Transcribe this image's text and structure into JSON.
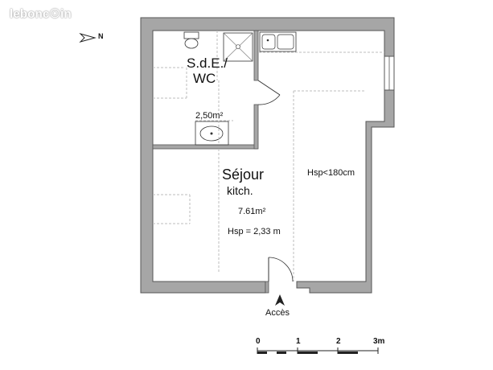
{
  "watermark": "lebonc☉in",
  "compass": {
    "label": "N",
    "icon": "north-arrow-icon"
  },
  "rooms": {
    "bathroom": {
      "name_line1": "S.d.E./",
      "name_line2": "WC",
      "area": "2,50m²"
    },
    "living": {
      "name": "Séjour",
      "subname": "kitch.",
      "area": "7.61m²",
      "ceiling": "Hsp = 2,33 m"
    },
    "low_ceiling": {
      "label": "Hsp<180cm"
    }
  },
  "entrance": {
    "label": "Accès"
  },
  "scale_bar": {
    "ticks": [
      "0",
      "1",
      "2",
      "3m"
    ]
  },
  "colors": {
    "wall": "#a6a6a6",
    "wall_outline": "#555555",
    "dash": "#bdbdbd"
  }
}
